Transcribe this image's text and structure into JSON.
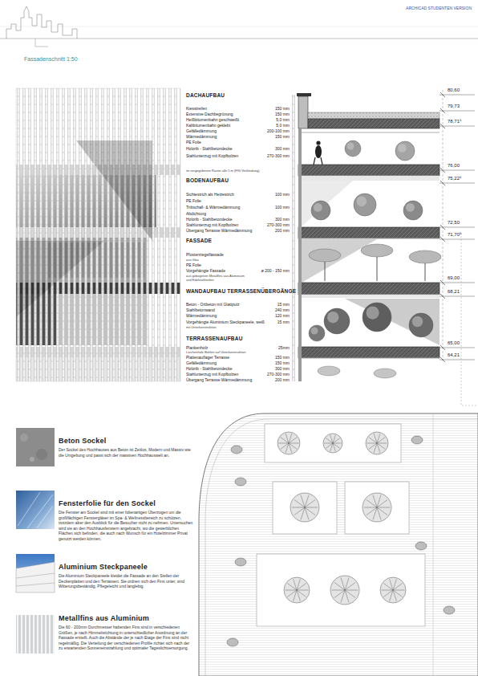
{
  "diagram": {
    "title": "Fassadenschnitt 1:50",
    "nodes": [
      {
        "text": [
          "Beton Sockel",
          "Der Sockel des Hochhauses aus Beton ist Zeitlos, Modern und Massiv wie die Umgebung und passt sich der massiven Hochhauswelt an."
        ]
      },
      {
        "text": [
          "Fensterfolie für den Sockel",
          "Die Fenster am Sockel sind mit einer folienartigen Überzogen um die großflächigen Fenstergläser im Spa- & Wellnessbereich zu schützen, trotzdem aber den Ausblick für die Besucher nicht zu nehmen. Untersuchen wird sie an den Hochhausfenstern angebracht, wo die gewerblichen Flächen sich befinden, die auch nach Wunsch für ein Hotelzimmer Privat genutzt werden können."
        ]
      },
      {
        "text": [
          "Aluminium Steckpaneele",
          "Die Aluminium Steckpaneele kleidet die Fassade an den Stellen der Deckenplatten und den Terrassen. Sie ordnen sich den Fins unter, sind Witterungsbeständig, Pflegeleicht und langlebig."
        ]
      },
      {
        "text": [
          "Metallfins aus Aluminium",
          "Die 60 - 200mm Durchmesser habenden Fins sind in verschiedenen Größen, je nach Himmelsrichtung in unterschiedlicher Anordnung an der Fassade erstellt. Auch die Abstände der je nach Etage der Fins sind nicht regelmäßig. Die Verteilung der verschiedenen Profile richtet sich nach der zu erwartenden Sonneneinstrahlung und optimaler Tageslichtversorgung."
        ]
      }
    ],
    "labels": [
      "ARCHICAD STUDENTEN VERSION",
      "DACHAUFBAU",
      "Kiesstreifen",
      "150 mm",
      "Extensive Dachbegrünung",
      "150 mm",
      "Heißbitumenbahn geschweißt",
      "5,0 mm",
      "Kaltbitumenbahn geklebt",
      "5,0 mm",
      "Gefälledämmung",
      "200-100 mm",
      "Wärmedämmung",
      "150 mm",
      "PE Folie",
      "Holorib - Stahlbetondecke",
      "300 mm",
      "Stahlunterzug mit Kopfbolzen",
      "270-300 mm",
      "im vorgegebenen Raster alle 5 m (F90 Verkleidung)",
      "BODENAUFBAU",
      "Sichtestrich als Heizestrich",
      "100 mm",
      "PE Folie",
      "Trittschall- & Wärmedämmung",
      "100 mm",
      "Abdichtung",
      "Holorib - Stahlbetondecke",
      "300 mm",
      "Stahlunterzug mit Kopfbolzen",
      "270-300 mm",
      "Übergang Terrasse Wärmedämmung",
      "200 mm",
      "FASSADE",
      "Pfostenriegelfassade",
      "aus Glas",
      "PE Folie",
      "Vorgehängte Fassade",
      "ø 200 - 150 mm",
      "aus gebogenen Metallfins aus Aluminium",
      "und Edelstahlseilen",
      "WANDAUFBAU TERRASSENÜBERGÄNGE",
      "Beton - Ortbeton mit Glattputz",
      "15 mm",
      "Stahlbetonwand",
      "240 mm",
      "Wärmedämmung",
      "120 mm",
      "Vorgehängte Aluminium Steckpaneele, weiß",
      "15 mm",
      "mit Unterkonstruktion",
      "TERRASSENAUFBAU",
      "Plankenholz",
      "25mm",
      "Lärchenholz Bohlen auf Unterkonstruktion",
      "Plattenauflager Terrasse",
      "150 mm",
      "Gefälledämmung",
      "150 mm",
      "Holorib - Stahlbetondecke",
      "300 mm",
      "Stahlunterzug mit Kopfbolzen",
      "270-300 mm",
      "Übergang Terrasse Wärmedämmung",
      "200 mm",
      "80,60",
      "79,73",
      "78,71⁵",
      "76,00",
      "75,22⁵",
      "72,50",
      "71,70⁵",
      "69,00",
      "68,21",
      "65,00",
      "64,21"
    ]
  }
}
